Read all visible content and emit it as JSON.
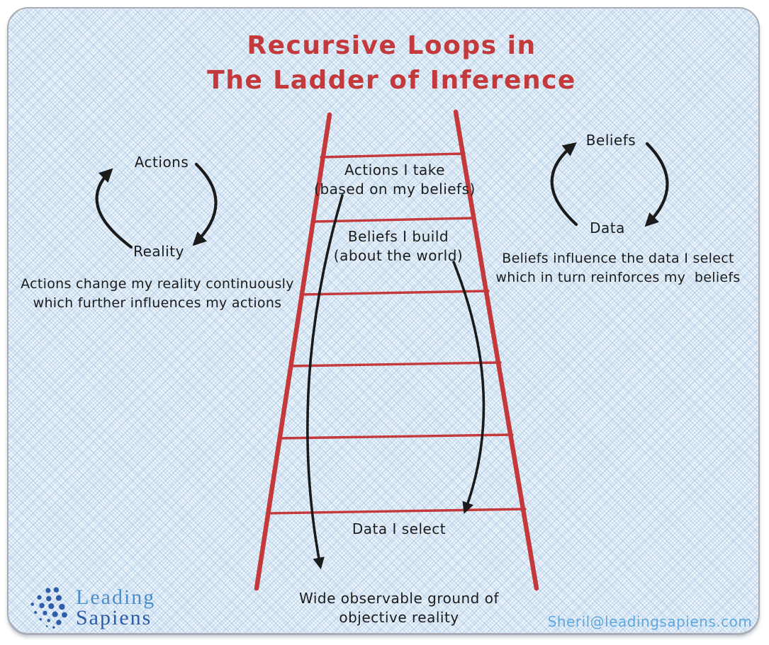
{
  "title": {
    "line1": "Recursive Loops in",
    "line2": "The Ladder of Inference"
  },
  "left_loop": {
    "top_label": "Actions",
    "bottom_label": "Reality",
    "caption_line1": "Actions change my reality continuously",
    "caption_line2": "which further influences my actions"
  },
  "right_loop": {
    "top_label": "Beliefs",
    "bottom_label": "Data",
    "caption_line1": "Beliefs influence the data I select",
    "caption_line2": "which in turn reinforces my  beliefs"
  },
  "ladder": {
    "step_actions_line1": "Actions I take",
    "step_actions_line2": "(based on my beliefs)",
    "step_beliefs_line1": "Beliefs I build",
    "step_beliefs_line2": "(about the world)",
    "step_data": "Data I select",
    "ground_line1": "Wide observable ground of",
    "ground_line2": "objective reality"
  },
  "footer": {
    "brand_line1": "Leading",
    "brand_line2": "Sapiens",
    "brand_icon": "dot-cluster-icon",
    "email": "Sheril@leadingsapiens.com"
  },
  "colors": {
    "ladder_red": "#c4393b",
    "title_red": "#c4393b",
    "ink_black": "#1b1b1b",
    "email_blue": "#5fa8dd",
    "brand_light_blue": "#4b8fca",
    "brand_dark_blue": "#2a5ba7",
    "background_blue": "#dfe9f4",
    "card_border_gray": "#a9aeb6"
  }
}
